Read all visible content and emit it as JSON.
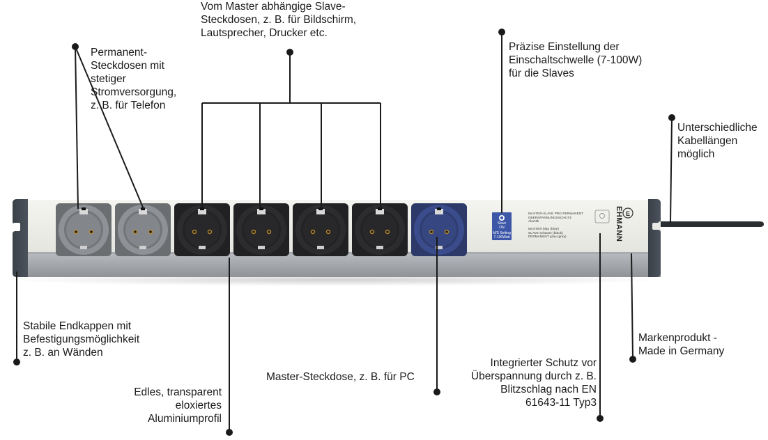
{
  "callouts": {
    "permanent": "Permanent-\nSteckdosen mit\nstetiger\nStromversorgung,\nz. B. für Telefon",
    "slave": "Vom Master abhängige Slave-\nSteckdosen, z. B. für Bildschirm,\nLautsprecher, Drucker etc.",
    "threshold": "Präzise Einstellung der\nEinschaltschwelle (7-100W)\nfür die Slaves",
    "cable": "Unterschiedliche\nKabellängen\nmöglich",
    "endcaps": "Stabile Endkappen mit\nBefestigungsmöglichkeit\nz. B. an Wänden",
    "profile": "Edles, transparent\neloxiertes\nAluminiumprofil",
    "master": "Master-Steckdose, z. B. für PC",
    "surge": "Integrierter Schutz vor\nÜberspannung durch z. B.\nBlitzschlag nach EN\n61643-11 Typ3",
    "brand_made": "Markenprodukt -\nMade in Germany"
  },
  "device": {
    "dial_top": "Slave\nON",
    "dial_bottom": "M/S Setting\n7-100Watt",
    "spec_lines": "MASTER-SLAVE PRO PERMANENT\nÜBERSPANNUNGSSCHUTZ\nAkustik\n\nMASTER blau (blue)\nSLAVE schwarz (black)\nPERMANENT grau (gray)",
    "brand": "EHMANN",
    "socket_colors": {
      "permanent": "#8e9297",
      "slave": "#2c2c2e",
      "master": "#3b4c8c"
    },
    "sockets": [
      "permanent",
      "permanent",
      "slave",
      "slave",
      "slave",
      "slave",
      "master"
    ]
  }
}
